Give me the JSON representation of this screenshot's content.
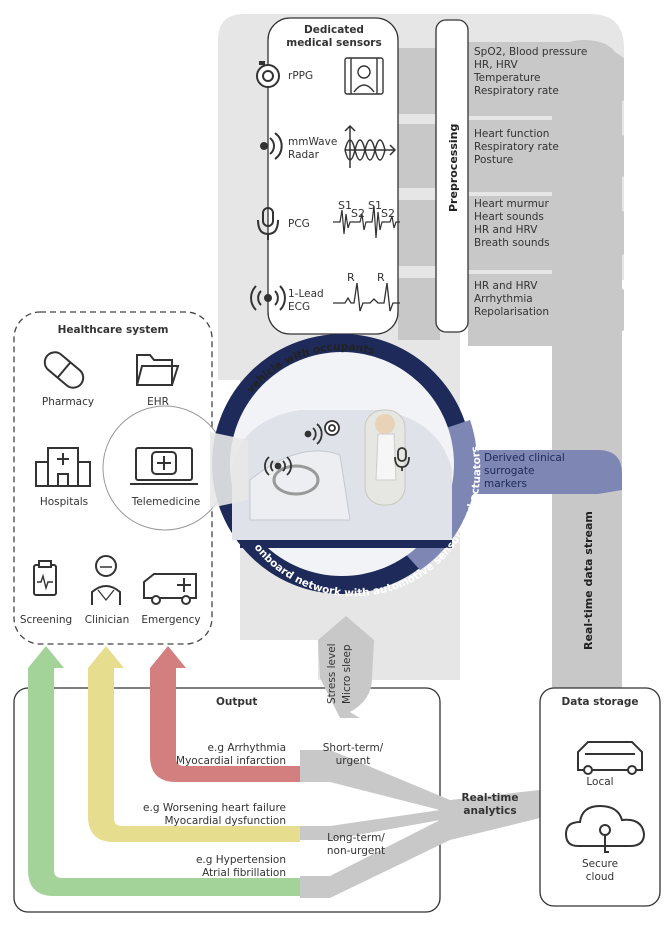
{
  "sensors": {
    "title": [
      "Dedicated",
      "medical sensors"
    ],
    "items": [
      {
        "label": [
          "rPPG"
        ],
        "icon": "camera-icon",
        "image": "video-person-icon"
      },
      {
        "label": [
          "mmWave",
          "Radar"
        ],
        "icon": "radar-icon",
        "image": "radar-waveform-icon"
      },
      {
        "label": [
          "PCG"
        ],
        "icon": "microphone-icon",
        "image": "pcg-waveform-icon",
        "marks": [
          "S1",
          "S2",
          "S1",
          "S2"
        ]
      },
      {
        "label": [
          "1-Lead",
          "ECG"
        ],
        "icon": "ecg-sensor-icon",
        "image": "ecg-waveform-icon",
        "marks": [
          "R",
          "R"
        ]
      }
    ]
  },
  "preprocessing": "Preprocessing",
  "outputs": [
    [
      "SpO2, Blood pressure",
      "HR, HRV",
      "Temperature",
      "Respiratory rate"
    ],
    [
      "Heart function",
      "Respiratory rate",
      "Posture"
    ],
    [
      "Heart murmur",
      "Heart sounds",
      "HR and HRV",
      "Breath sounds"
    ],
    [
      "HR and HRV",
      "Arrhythmia",
      "Repolarisation"
    ]
  ],
  "derived": [
    "Derived clinical",
    "surrogate",
    "markers"
  ],
  "vehicle": {
    "top_label": "vehicle with occupants",
    "bottom_label": "onboard network with automotive sensors and actuators"
  },
  "healthcare": {
    "title": "Healthcare system",
    "items": [
      {
        "label": "Pharmacy",
        "icon": "pill-icon"
      },
      {
        "label": "EHR",
        "icon": "folder-icon"
      },
      {
        "label": "Hospitals",
        "icon": "hospital-icon"
      },
      {
        "label": "Telemedicine",
        "icon": "telemedicine-icon"
      },
      {
        "label": "Screening",
        "icon": "clipboard-ecg-icon"
      },
      {
        "label": "Clinician",
        "icon": "doctor-icon"
      },
      {
        "label": "Emergency",
        "icon": "ambulance-icon"
      }
    ]
  },
  "stream_label": "Real-time data stream",
  "stress": [
    "Stress level",
    "Micro sleep"
  ],
  "output": {
    "title": "Output",
    "conditions": [
      [
        "e.g Arrhythmia",
        "Myocardial infarction"
      ],
      [
        "e.g Worsening heart failure",
        "Myocardial dysfunction"
      ],
      [
        "e.g Hypertension",
        "Atrial fibrillation"
      ]
    ],
    "short_term": [
      "Short-term/",
      "urgent"
    ],
    "long_term": [
      "Long-term/",
      "non-urgent"
    ],
    "analytics": [
      "Real-time",
      "analytics"
    ]
  },
  "storage": {
    "title": "Data storage",
    "local": "Local",
    "cloud": [
      "Secure",
      "cloud"
    ]
  },
  "colors": {
    "flow_gray": "#c8c8c8",
    "panel_gray": "#e6e6e6",
    "navy": "#1e2a5a",
    "lavender": "#7e86b3",
    "red": "#d37f7f",
    "yellow": "#e7dd8f",
    "green": "#a4d39a"
  }
}
